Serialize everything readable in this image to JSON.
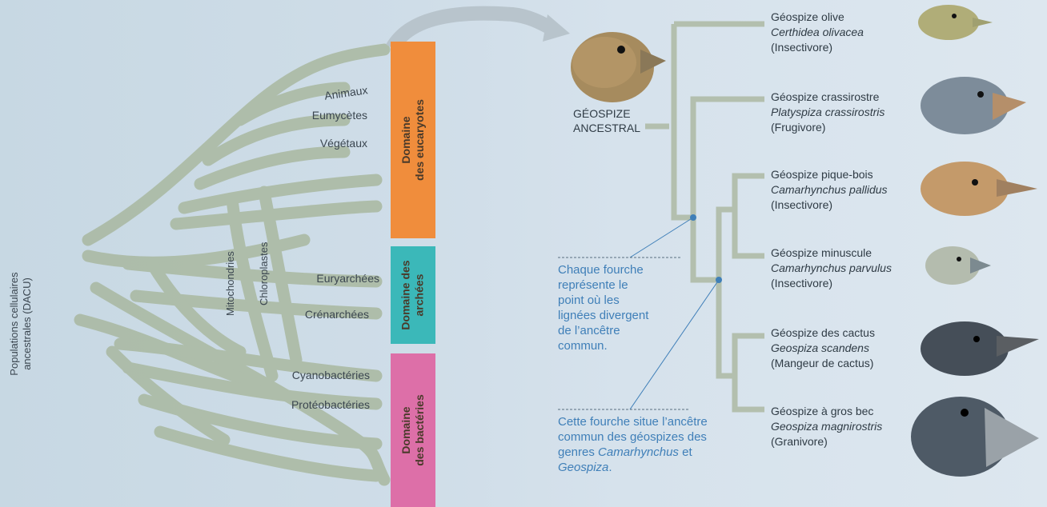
{
  "dacu_label": "Populations cellulaires\nancestrales (DACU)",
  "tree_labels": {
    "animaux": "Animaux",
    "eumycetes": "Eumycètes",
    "vegetaux": "Végétaux",
    "euryarchees": "Euryarchées",
    "crenarchees": "Crénarchées",
    "cyanobacteries": "Cyanobactéries",
    "proteobacteries": "Protéobactéries",
    "mitochondries": "Mitochondries",
    "chloroplastes": "Chloroplastes"
  },
  "domains": [
    {
      "label": "Domaine\ndes eucaryotes",
      "color": "#f08d3c"
    },
    {
      "label": "Domaine des\narchées",
      "color": "#3bb8b9"
    },
    {
      "label": "Domaine\ndes bactéries",
      "color": "#dd6fa8"
    }
  ],
  "ancestor_label": "GÉOSPIZE\nANCESTRAL",
  "species": [
    {
      "common": "Géospize olive",
      "latin": "Certhidea olivacea",
      "diet": "(Insectivore)",
      "icon": "olive-finch-head"
    },
    {
      "common": "Géospize crassirostre",
      "latin": "Platyspiza crassirostris",
      "diet": "(Frugivore)",
      "icon": "vegetarian-finch-head"
    },
    {
      "common": "Géospize pique-bois",
      "latin": "Camarhynchus pallidus",
      "diet": "(Insectivore)",
      "icon": "woodpecker-finch-head"
    },
    {
      "common": "Géospize minuscule",
      "latin": "Camarhynchus parvulus",
      "diet": "(Insectivore)",
      "icon": "small-tree-finch-head"
    },
    {
      "common": "Géospize des cactus",
      "latin": "Geospiza scandens",
      "diet": "(Mangeur de cactus)",
      "icon": "cactus-finch-head"
    },
    {
      "common": "Géospize à gros bec",
      "latin": "Geospiza magnirostris",
      "diet": "(Granivore)",
      "icon": "large-ground-finch-head"
    }
  ],
  "note1": {
    "text": "Chaque fourche représente le point où les lignées divergent de l’ancêtre commun."
  },
  "note2": {
    "part1": "Cette fourche situe l’ancêtre commun des géospizes des genres ",
    "italic1": "Camarhynchus",
    "part2": " et ",
    "italic2": "Geospiza",
    "part3": "."
  },
  "colors": {
    "tree_branch": "#a9b8a0",
    "phylo_branch": "#b3bfae",
    "annotation": "#3f7fb8",
    "eucaryotes": "#f08d3c",
    "archees": "#3bb8b9",
    "bacteries": "#dd6fa8"
  }
}
